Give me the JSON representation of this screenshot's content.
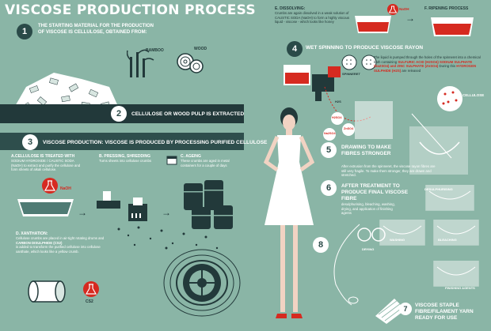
{
  "title": "VISCOSE PRODUCTION PROCESS",
  "step1": {
    "num": "1",
    "text": "THE STARTING MATERIAL FOR THE PRODUCTION OF VISCOSE IS CELLULOSE, OBTAINED FROM:",
    "bamboo": "BAMBOO",
    "wood": "WOOD"
  },
  "step2": {
    "num": "2",
    "text": "CELLULOSE OR WOOD PULP IS EXTRACTED"
  },
  "step3": {
    "num": "3",
    "text": "VISCOSE PRODUCTION: VISCOSE IS PRODUCED BY PROCESSING PURIFIED CELLULOSE",
    "a_title": "A.CELLULOSE IS TREATED WITH",
    "a_body": "SODIUM HYDROXIDE / CAUSTIC SODA (NaOH) to extract and purify the cellulose and form sheets of alkali cellulose.",
    "b_title": "B. PRESSING, SHREDDING",
    "b_body": "Turns sheets into cellulose crumbs",
    "c_title": "C. AGEING",
    "c_body": "These crumbs are aged in metal containers for a couple of days",
    "naoh": "NaOH",
    "d_title": "D. XANTHATION:",
    "d_body1": "Cellulose crumbs are placed in air-tight rotating drums and",
    "d_body2": "CARBON DISULPHIDE (CS2)",
    "d_body3": "is added to transform the purified cellulose into cellulose xanthate, which looks like a yellow crumb.",
    "cs2": "CS2"
  },
  "stepE": {
    "title": "E. DISSOLVING:",
    "body": "Crumbs are again dissolved in a weak solution of CAUSTIC SODA (NaOH) to form a highly viscous liquid - viscose - which looks like honey",
    "naoh": "NaOH"
  },
  "stepF": {
    "title": "F. RIPENING PROCESS"
  },
  "step4": {
    "num": "4",
    "text": "WET SPINNING TO PRODUCE VISCOSE RAYON",
    "spinneret": "SPINNERET",
    "body1": "The liquid is pumped through the holes of the spinneret into a chemical bath containing",
    "chem1": "SULFURIC ACID (H2SO4)",
    "chem2": "SODIUM SULPHATE (Na2SO4) and ZINC SULPHATE (ZnSO4)",
    "body2": "During this",
    "chem3": "HYDROGEN SULPHIDE (H2S)",
    "body3": "are released",
    "h2so4": "H2SO4",
    "znso4": "ZnSO4",
    "na2so4": "Na2SO4",
    "h2s": "H2S"
  },
  "step5": {
    "num": "5",
    "text": "DRAWING TO MAKE FIBRES STRONGER",
    "body": "After extrusion from the spinneret, the viscose rayon fibres are still very fragile. To make them stronger, they are drawn and stretched."
  },
  "step6": {
    "num": "6",
    "text": "AFTER TREATMENT TO PRODUCE FINAL VISCOSE FIBRE",
    "body": "desulphurising, bleaching, washing, drying, and application of finishing agents",
    "desulph": "DESULPHURISING",
    "washing": "WASHING",
    "bleaching": "BLEACHING",
    "drying": "DRYING",
    "finishing": "FINISHING AGENTS"
  },
  "step7": {
    "num": "7",
    "text": "VISCOSE STAPLE FIBRE/FILAMENT YARN READY FOR USE"
  },
  "step8": {
    "num": "8"
  },
  "labels": {
    "cellulose": "CELLULOSE"
  },
  "colors": {
    "background": "#8ab5a6",
    "dark": "#22393a",
    "accent": "#d62a20",
    "white": "#ffffff"
  }
}
